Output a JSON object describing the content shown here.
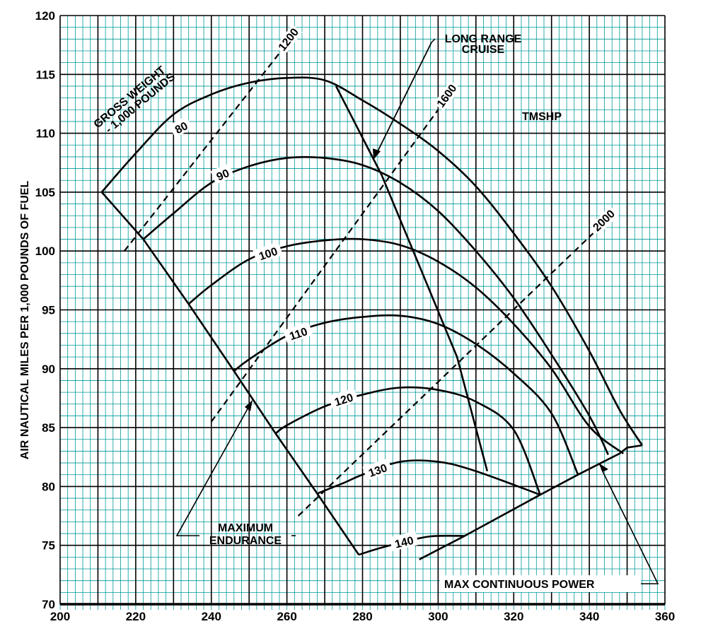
{
  "chart_data": {
    "type": "line",
    "title": "",
    "ylabel": "AIR NAUTICAL MILES PER 1,000 POUNDS OF FUEL",
    "xlabel": "",
    "xlim": [
      200,
      360
    ],
    "ylim": [
      70,
      120
    ],
    "x_ticks": [
      "200",
      "220",
      "240",
      "260",
      "280",
      "300",
      "320",
      "340",
      "360"
    ],
    "y_ticks": [
      "70",
      "75",
      "80",
      "85",
      "90",
      "95",
      "100",
      "105",
      "110",
      "115",
      "120"
    ],
    "grid": true,
    "grid_color": "#009999",
    "gross_weight_label_line1": "GROSS WEIGHT",
    "gross_weight_label_line2": "- 1,000 POUNDS",
    "tmshp_label": "TMSHP",
    "series": [
      {
        "name": "80",
        "points": [
          [
            211,
            105
          ],
          [
            220,
            108.3
          ],
          [
            230,
            111.6
          ],
          [
            240,
            113.3
          ],
          [
            250,
            114.3
          ],
          [
            260,
            114.7
          ],
          [
            270,
            114.5
          ],
          [
            280,
            112.8
          ],
          [
            290,
            110.8
          ],
          [
            300,
            108.5
          ],
          [
            310,
            105.5
          ],
          [
            320,
            101.5
          ],
          [
            330,
            97
          ],
          [
            340,
            91.5
          ],
          [
            348,
            86.5
          ],
          [
            354,
            83.5
          ]
        ]
      },
      {
        "name": "90",
        "points": [
          [
            222,
            101
          ],
          [
            230,
            103.2
          ],
          [
            240,
            105.8
          ],
          [
            250,
            107.2
          ],
          [
            260,
            107.9
          ],
          [
            270,
            107.9
          ],
          [
            280,
            107.3
          ],
          [
            290,
            105.8
          ],
          [
            300,
            103.4
          ],
          [
            310,
            100
          ],
          [
            320,
            96
          ],
          [
            330,
            91.2
          ],
          [
            340,
            86
          ],
          [
            345,
            82.7
          ]
        ]
      },
      {
        "name": "100",
        "points": [
          [
            234,
            95.5
          ],
          [
            240,
            97.1
          ],
          [
            250,
            99.3
          ],
          [
            260,
            100.4
          ],
          [
            270,
            100.9
          ],
          [
            280,
            101
          ],
          [
            290,
            100.5
          ],
          [
            300,
            99.1
          ],
          [
            310,
            96.9
          ],
          [
            320,
            93.8
          ],
          [
            330,
            90
          ],
          [
            340,
            85.1
          ],
          [
            349,
            82.8
          ]
        ]
      },
      {
        "name": "110",
        "points": [
          [
            246,
            89.8
          ],
          [
            250,
            90.8
          ],
          [
            260,
            92.8
          ],
          [
            270,
            93.9
          ],
          [
            280,
            94.4
          ],
          [
            290,
            94.5
          ],
          [
            300,
            93.8
          ],
          [
            310,
            92.1
          ],
          [
            320,
            89.6
          ],
          [
            330,
            86.2
          ],
          [
            337,
            81
          ]
        ]
      },
      {
        "name": "120",
        "points": [
          [
            257,
            84.5
          ],
          [
            260,
            85.2
          ],
          [
            270,
            86.8
          ],
          [
            280,
            87.8
          ],
          [
            290,
            88.4
          ],
          [
            300,
            88.2
          ],
          [
            310,
            87.2
          ],
          [
            320,
            84.8
          ],
          [
            327,
            79.3
          ]
        ]
      },
      {
        "name": "130",
        "points": [
          [
            268,
            79.4
          ],
          [
            275,
            80.3
          ],
          [
            280,
            81
          ],
          [
            290,
            82.1
          ],
          [
            300,
            82.1
          ],
          [
            310,
            81.3
          ],
          [
            327,
            79.3
          ]
        ]
      },
      {
        "name": "140",
        "points": [
          [
            279,
            74.2
          ],
          [
            285,
            74.8
          ],
          [
            295,
            75.6
          ],
          [
            300,
            75.8
          ],
          [
            307,
            75.8
          ]
        ]
      }
    ],
    "tmshp_series": [
      {
        "name": "1200",
        "points": [
          [
            217,
            100
          ],
          [
            258,
            116.8
          ]
        ]
      },
      {
        "name": "1600",
        "points": [
          [
            240,
            85.5
          ],
          [
            300,
            112
          ]
        ]
      },
      {
        "name": "2000",
        "points": [
          [
            263,
            77.5
          ],
          [
            341,
            101.5
          ]
        ]
      }
    ],
    "boundary_lines": [
      {
        "name": "MAXIMUM ENDURANCE",
        "points": [
          [
            211,
            105
          ],
          [
            222,
            101
          ],
          [
            234,
            95.5
          ],
          [
            246,
            89.8
          ],
          [
            257,
            84.5
          ],
          [
            268,
            79.4
          ],
          [
            279,
            74.2
          ]
        ]
      },
      {
        "name": "LONG RANGE CRUISE",
        "points": [
          [
            273,
            114
          ],
          [
            285,
            106.5
          ],
          [
            296,
            98
          ],
          [
            305,
            91
          ],
          [
            313,
            81.3
          ]
        ]
      },
      {
        "name": "MAX CONTINUOUS POWER",
        "points": [
          [
            295,
            73.8
          ],
          [
            307,
            75.8
          ],
          [
            327,
            79.3
          ],
          [
            337,
            81
          ],
          [
            348,
            82.8
          ],
          [
            350,
            83.3
          ],
          [
            354,
            83.5
          ]
        ]
      }
    ],
    "annotations": {
      "long_range_line1": "LONG RANGE",
      "long_range_line2": "CRUISE",
      "max_endurance_line1": "MAXIMUM",
      "max_endurance_line2": "ENDURANCE",
      "max_continuous": "MAX CONTINUOUS POWER"
    }
  }
}
